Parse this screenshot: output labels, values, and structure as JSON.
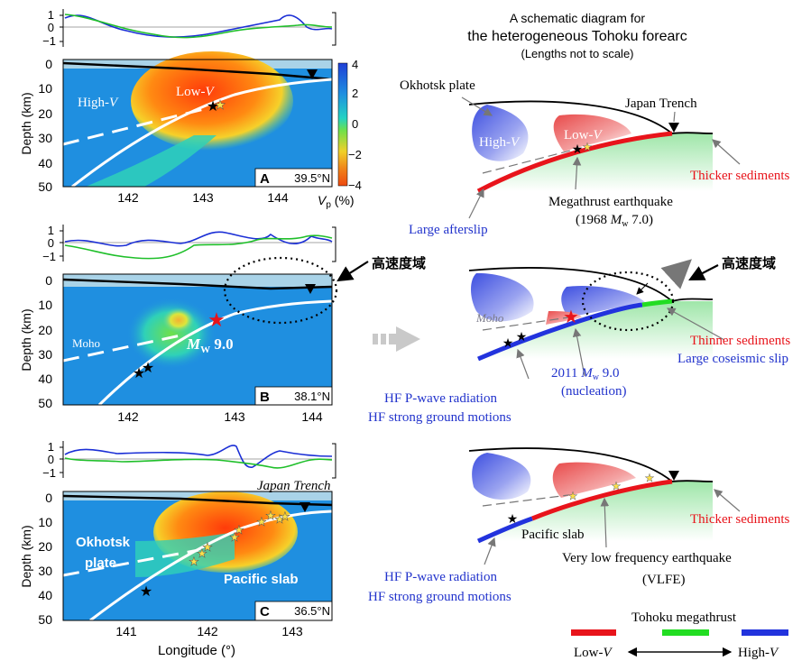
{
  "left_panels": {
    "panels": [
      {
        "letter": "A",
        "latitude": "39.5°N",
        "x_ticks": [
          "142",
          "143",
          "144"
        ],
        "labels": {
          "high_v": "High-",
          "low_v": "Low-"
        }
      },
      {
        "letter": "B",
        "latitude": "38.1°N",
        "x_ticks": [
          "142",
          "143",
          "144"
        ],
        "labels": {
          "moho": "Moho",
          "mw": "M",
          "mw_sub": "W",
          "mw_value": " 9.0",
          "callout": "高速度域"
        }
      },
      {
        "letter": "C",
        "latitude": "36.5°N",
        "x_ticks": [
          "141",
          "142",
          "143"
        ],
        "labels": {
          "okhotsk_1": "Okhotsk",
          "okhotsk_2": "plate",
          "pacific": "Pacific slab",
          "trench": "Japan Trench"
        }
      }
    ],
    "residual_ticks": [
      "1",
      "0",
      "−1"
    ],
    "depth_ticks": [
      "0",
      "10",
      "20",
      "30",
      "40",
      "50"
    ],
    "depth_label": "Depth (km)",
    "longitude_label": "Longitude (°)",
    "colorbar_ticks": [
      "4",
      "2",
      "0",
      "−2",
      "−4"
    ],
    "colorbar_label_v": "V",
    "colorbar_label_sub": "p",
    "colorbar_label_unit": " (%)",
    "italic_v": "V"
  },
  "schematic": {
    "title_1": "A schematic diagram for",
    "title_2": "the heterogeneous Tohoku forearc",
    "title_3": "(Lengths not to scale)",
    "top": {
      "okhotsk": "Okhotsk plate",
      "trench": "Japan Trench",
      "high_v": "High-",
      "low_v": "Low-",
      "thicker": "Thicker sediments",
      "megathrust": "Megathrust earthquake",
      "year_1968": "(1968 ",
      "m": "M",
      "w": "w",
      "mag": " 7.0)",
      "afterslip": "Large afterslip"
    },
    "middle": {
      "callout": "高速度域",
      "moho": "Moho",
      "thinner": "Thinner sediments",
      "coseismic": "Large coseismic slip",
      "nuc_1": "2011 ",
      "m": "M",
      "w": "w",
      "nuc_mag": " 9.0",
      "nuc_2": "(nucleation)",
      "hf_1": "HF P-wave radiation",
      "hf_2": "HF strong ground motions"
    },
    "bottom": {
      "thicker": "Thicker sediments",
      "pacific": "Pacific slab",
      "vlfe_1": "Very low frequency earthquake",
      "vlfe_2": "(VLFE)",
      "hf_1": "HF P-wave radiation",
      "hf_2": "HF strong ground motions"
    },
    "legend": {
      "title": "Tohoku megathrust",
      "low": "Low-",
      "high": "High-",
      "v": "V",
      "colors": {
        "low": "#e8141b",
        "mid": "#22dd22",
        "high": "#2233dd"
      }
    }
  },
  "colors": {
    "high_v_text": "#2233cc",
    "low_v_text": "#e8141b",
    "sky": "#a9d3e8"
  }
}
